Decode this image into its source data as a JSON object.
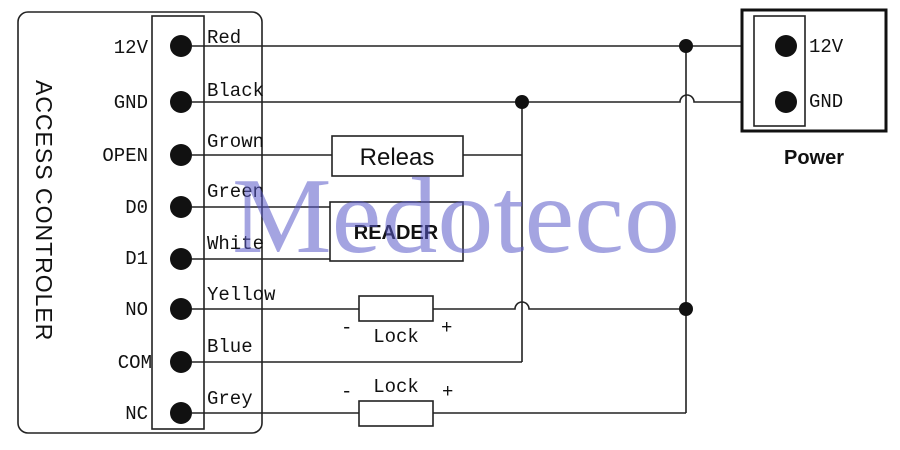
{
  "controller": {
    "title": "ACCESS CONTROLER",
    "pins": [
      {
        "label": "12V",
        "wire": "Red"
      },
      {
        "label": "GND",
        "wire": "Black"
      },
      {
        "label": "OPEN",
        "wire": "Grown"
      },
      {
        "label": "D0",
        "wire": "Green"
      },
      {
        "label": "D1",
        "wire": "White"
      },
      {
        "label": "NO",
        "wire": "Yellow"
      },
      {
        "label": "COM",
        "wire": "Blue"
      },
      {
        "label": "NC",
        "wire": "Grey"
      }
    ]
  },
  "components": {
    "release": "Releas",
    "reader": "READER",
    "lock_top": {
      "label": "Lock",
      "minus": "-",
      "plus": "+"
    },
    "lock_bottom": {
      "label": "Lock",
      "minus": "-",
      "plus": "+"
    }
  },
  "power": {
    "title": "Power",
    "pins": [
      "12V",
      "GND"
    ]
  },
  "watermark": "Medoteco"
}
